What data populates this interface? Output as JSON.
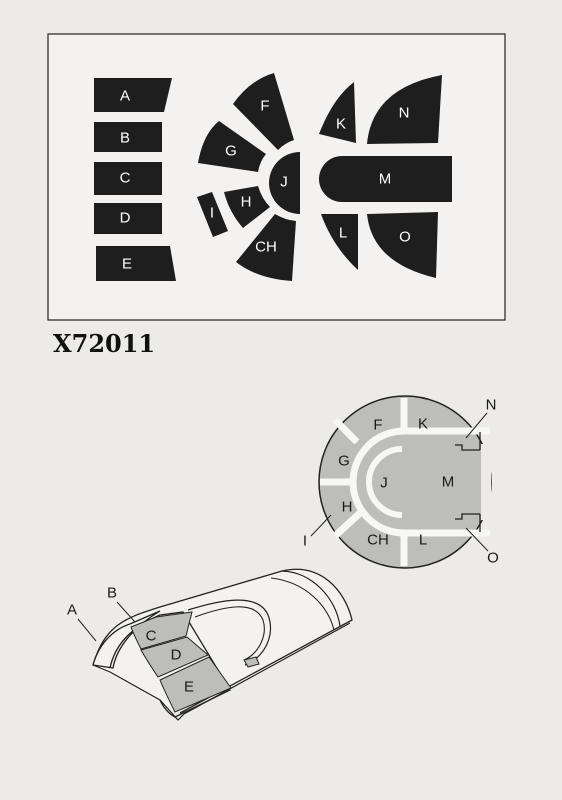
{
  "product_code": "X72011",
  "mask_sheet": {
    "labels": {
      "A": "A",
      "B": "B",
      "C": "C",
      "D": "D",
      "E": "E",
      "F": "F",
      "G": "G",
      "H": "H",
      "I": "I",
      "J": "J",
      "CH": "CH",
      "K": "K",
      "L": "L",
      "M": "M",
      "N": "N",
      "O": "O"
    }
  },
  "canopy_top_view": {
    "labels": {
      "F": "F",
      "K": "K",
      "G": "G",
      "J": "J",
      "M": "M",
      "H": "H",
      "CH": "CH",
      "L": "L"
    },
    "callouts": {
      "N": "N",
      "O": "O",
      "I": "I"
    }
  },
  "canopy_side_view": {
    "labels": {
      "C": "C",
      "D": "D",
      "E": "E"
    },
    "callouts": {
      "A": "A",
      "B": "B"
    }
  },
  "colors": {
    "mask": "#1e1e1e",
    "page": "#ecebe8",
    "frame": "#f3f2f0",
    "pane_fill": "#bdbdbb",
    "frame_line": "#f7f7f5"
  }
}
